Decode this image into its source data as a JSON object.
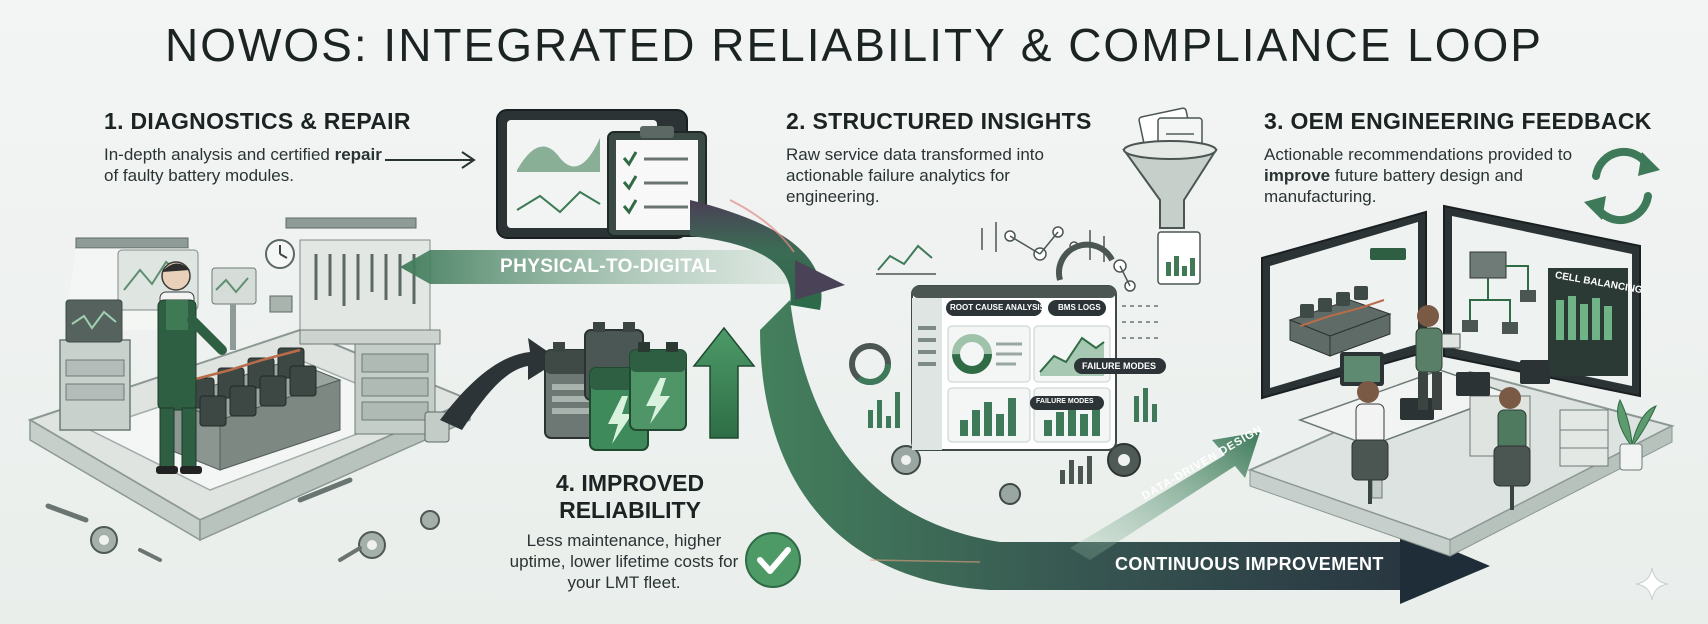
{
  "title": "NOWOS: INTEGRATED RELIABILITY & COMPLIANCE LOOP",
  "steps": [
    {
      "heading": "1. DIAGNOSTICS & REPAIR",
      "desc_pre": "In-depth analysis and certified ",
      "desc_bold": "repair",
      "desc_post": " of faulty battery modules."
    },
    {
      "heading": "2. STRUCTURED INSIGHTS",
      "desc": "Raw service data transformed into actionable failure analytics for engineering."
    },
    {
      "heading": "3. OEM ENGINEERING FEEDBACK",
      "desc_pre": "Actionable recommendations provided to ",
      "desc_bold": "improve",
      "desc_post": " future battery design and manufacturing."
    },
    {
      "heading_line1": "4. IMPROVED",
      "heading_line2": "RELIABILITY",
      "desc": "Less maintenance, higher uptime, lower lifetime costs for your LMT fleet."
    }
  ],
  "flow_labels": {
    "physical_to_digital": "PHYSICAL-TO-DIGITAL",
    "data_driven_design": "DATA-DRIVEN DESIGN",
    "continuous_improvement": "CONTINUOUS IMPROVEMENT"
  },
  "dashboard": {
    "tag_root_cause": "ROOT CAUSE ANALYSIS",
    "tag_bms_logs": "BMS LOGS",
    "tag_failure_modes_1": "FAILURE MODES",
    "tag_failure_modes_2": "FAILURE MODES"
  },
  "monitor_label": "CELL BALANCING",
  "colors": {
    "green_dark": "#2f6b45",
    "green_mid": "#4f8a64",
    "green_light": "#7fb08f",
    "navy": "#2a3640",
    "grey_mid": "#9aa6a2"
  }
}
